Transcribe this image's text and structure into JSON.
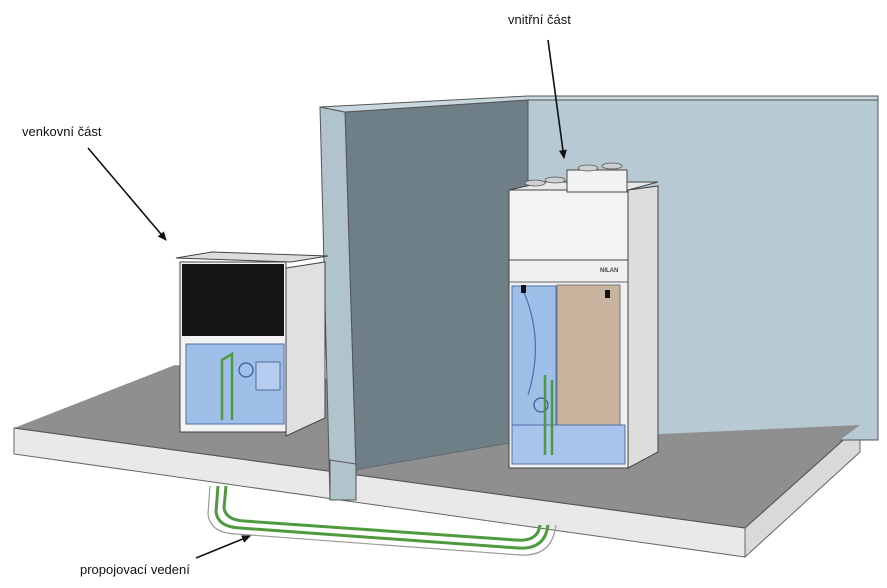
{
  "labels": {
    "outdoor": "venkovní část",
    "indoor": "vnitřní část",
    "pipes": "propojovací vedení"
  },
  "brand": "NILAN",
  "colors": {
    "wall_front": "#aebfc9",
    "wall_back": "#b9ccd6",
    "wall_shadow": "#7a8b94",
    "floor_top": "#909090",
    "floor_edge": "#e6e6e6",
    "pipe_green": "#4f9a3f",
    "unit_blue": "#8fb3e8",
    "grille": "#141414"
  }
}
